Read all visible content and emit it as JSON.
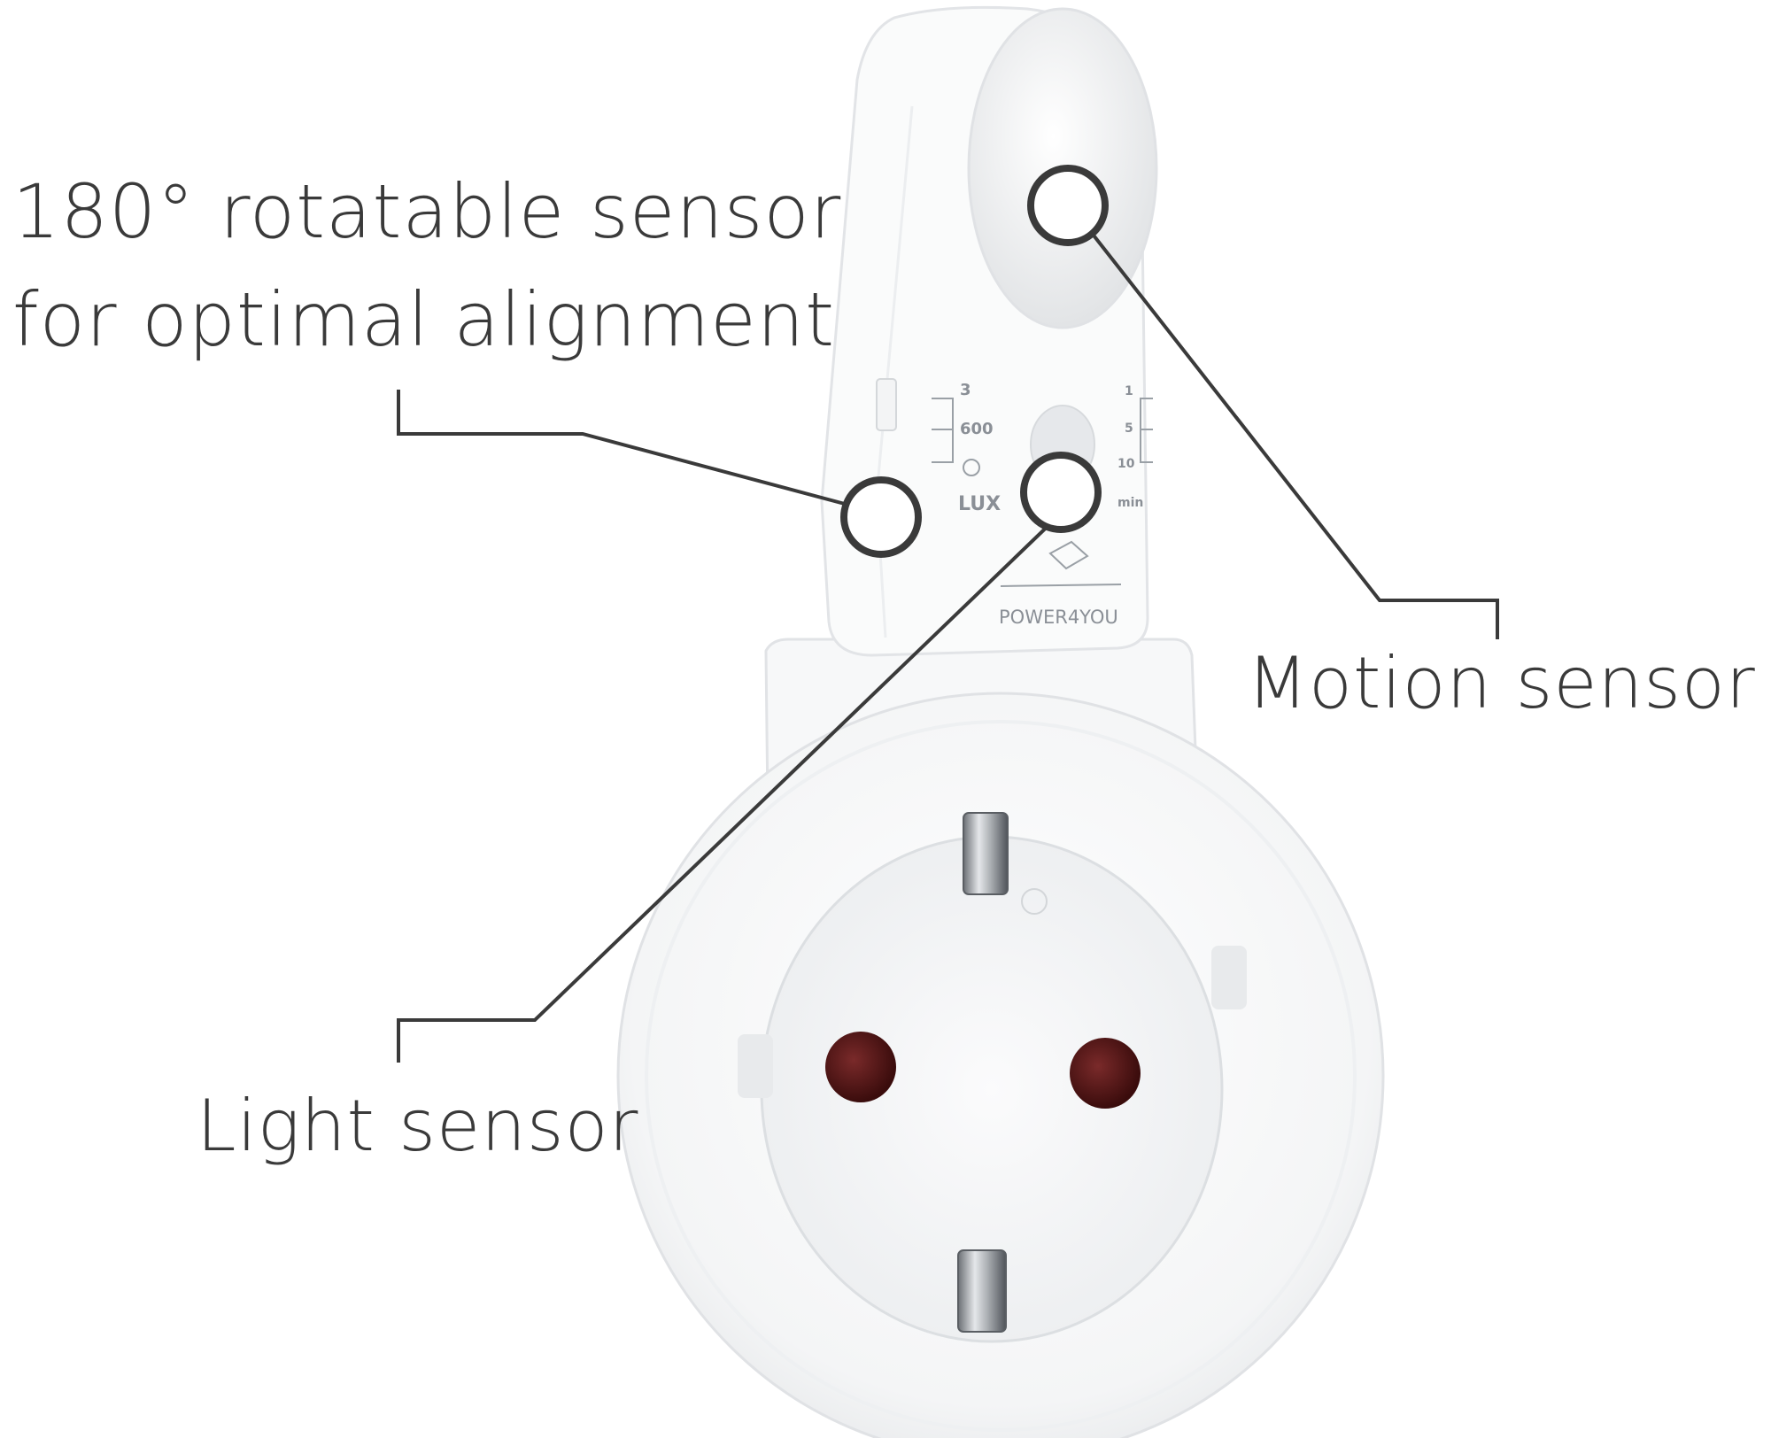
{
  "callouts": {
    "rotatable_line1": "180° rotatable sensor",
    "rotatable_line2": "for optimal alignment",
    "motion": "Motion sensor",
    "light": "Light sensor"
  },
  "device": {
    "lux_values": [
      "3",
      "600"
    ],
    "lux_unit": "LUX",
    "time_values": [
      "1",
      "5",
      "10"
    ],
    "time_unit": "min",
    "brand": "POWER4YOU"
  },
  "colors": {
    "text": "#3a3a3a",
    "leader_line": "#3a3a3a",
    "socket_holes": "#4a1010",
    "body": "#ffffff"
  }
}
